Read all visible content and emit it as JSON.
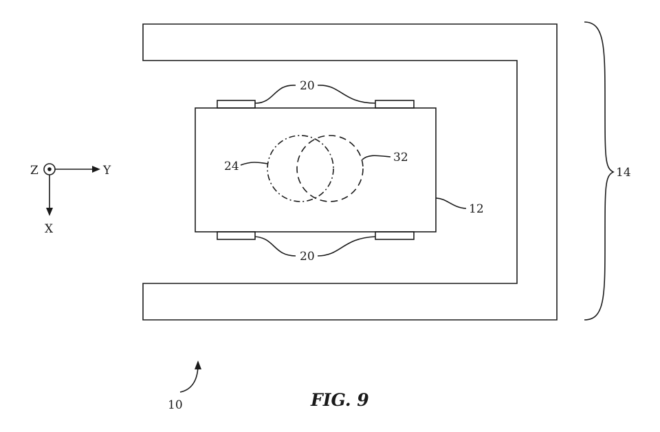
{
  "figure": {
    "caption": "FIG. 9",
    "axes": {
      "z": "Z",
      "y": "Y",
      "x": "X"
    },
    "refs": {
      "assembly": "10",
      "substrate": "12",
      "frame": "14",
      "pads_top": "20",
      "pads_bottom": "20",
      "circle_a": "24",
      "circle_b": "32"
    }
  }
}
